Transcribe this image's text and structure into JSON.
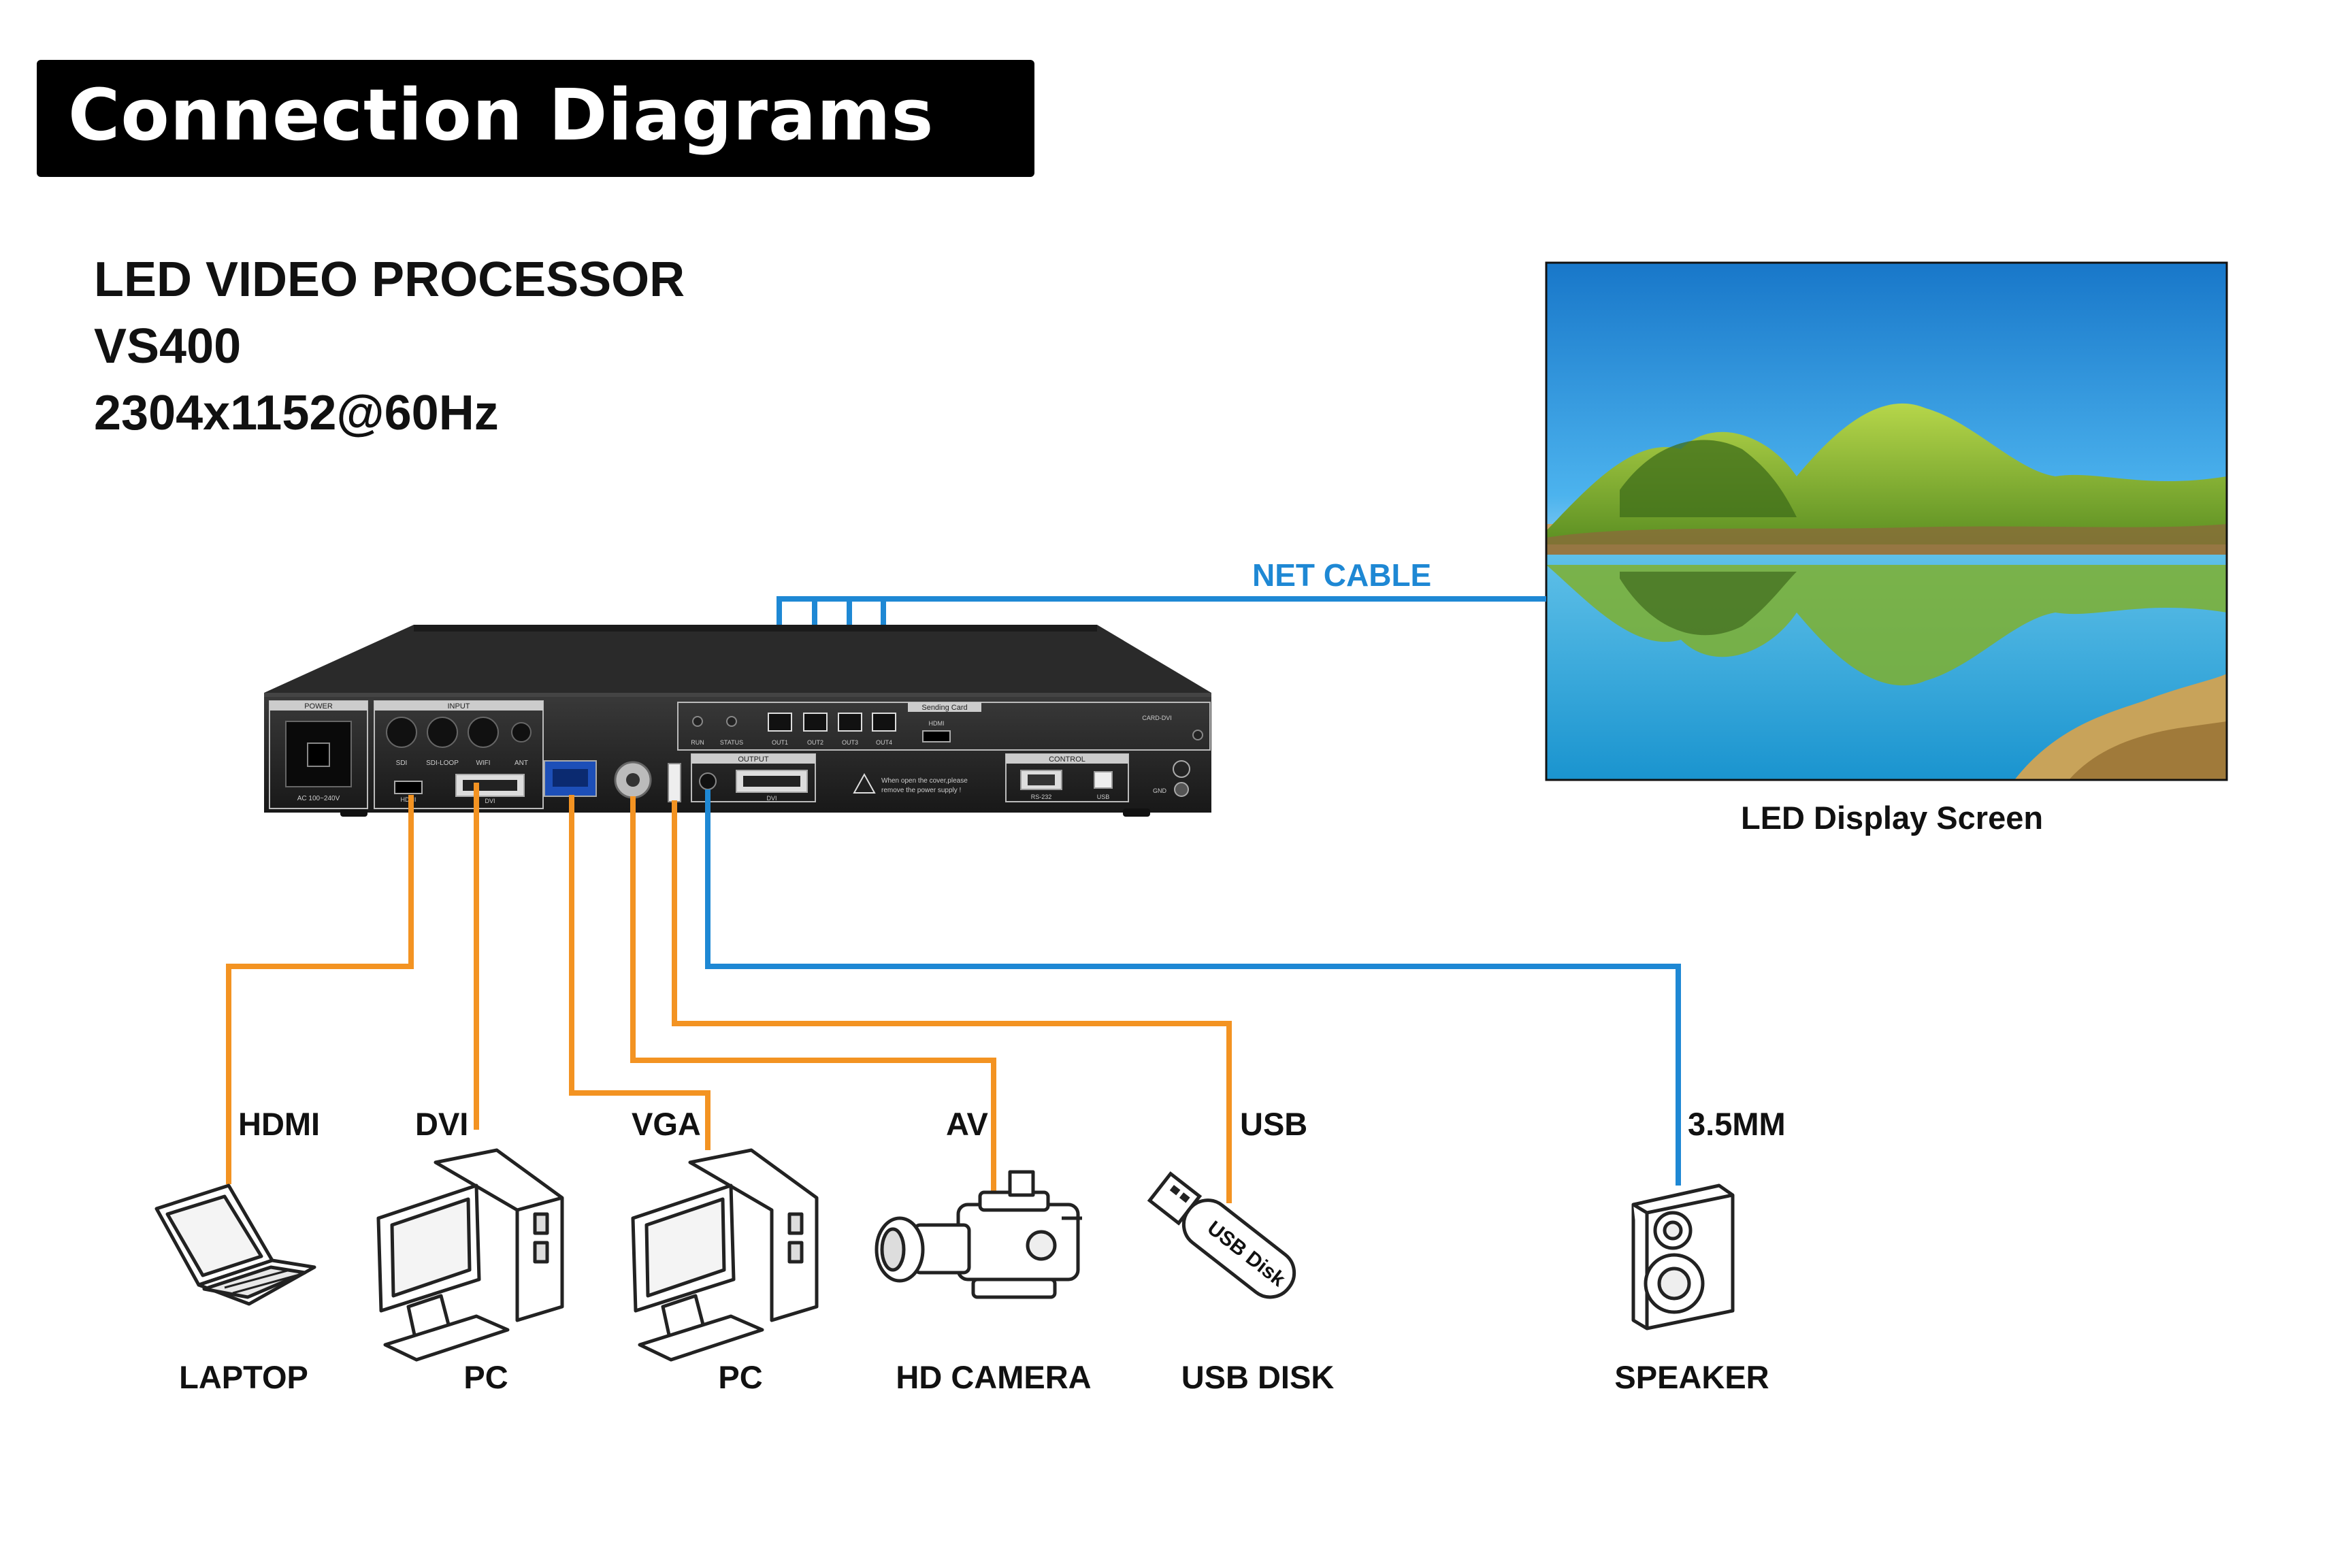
{
  "banner": {
    "title": "Connection Diagrams"
  },
  "product": {
    "line1": "LED VIDEO PROCESSOR",
    "line2": "VS400",
    "line3": "2304x1152@60Hz"
  },
  "display": {
    "caption": "LED Display Screen"
  },
  "net_cable": {
    "label": "NET CABLE"
  },
  "device_panel": {
    "power": "POWER",
    "ac_label": "AC 100~240V",
    "input": "INPUT",
    "ports": [
      "SDI",
      "SDI-LOOP",
      "WIFI",
      "ANT"
    ],
    "hdmi_in": "HDMI",
    "dvi_in": "DVI",
    "run": "RUN",
    "status": "STATUS",
    "outs": [
      "OUT1",
      "OUT2",
      "OUT3",
      "OUT4"
    ],
    "sending_card": "Sending Card",
    "hdmi_out": "HDMI",
    "card_dvi": "CARD-DVI",
    "output": "OUTPUT",
    "dvi_out": "DVI",
    "warning": "When open the cover,please",
    "warning2": "remove the power supply !",
    "control": "CONTROL",
    "rs232": "RS-232",
    "usb": "USB",
    "gnd": "GND"
  },
  "connections": [
    {
      "cable": "HDMI",
      "device": "LAPTOP",
      "color": "#f39322"
    },
    {
      "cable": "DVI",
      "device": "PC",
      "color": "#f39322"
    },
    {
      "cable": "VGA",
      "device": "PC",
      "color": "#f39322"
    },
    {
      "cable": "AV",
      "device": "HD CAMERA",
      "color": "#f39322"
    },
    {
      "cable": "USB",
      "device": "USB DISK",
      "color": "#f39322"
    },
    {
      "cable": "3.5MM",
      "device": "SPEAKER",
      "color": "#1e88d4"
    }
  ],
  "usb_disk_text": "USB Disk",
  "colors": {
    "orange_cable": "#f39322",
    "blue_cable": "#1e88d4",
    "banner_bg": "#000000"
  }
}
